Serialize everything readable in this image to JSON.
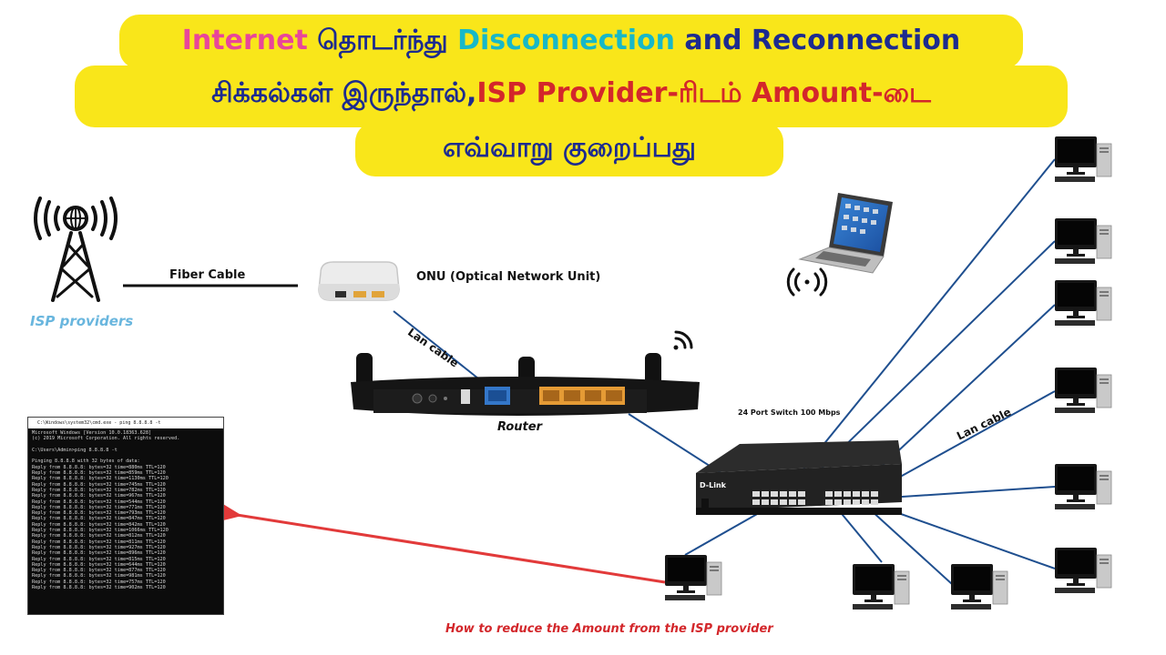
{
  "title": {
    "line1_a": "Internet",
    "line1_b": " தொடர்ந்து ",
    "line1_c": "Disconnection",
    "line1_d": " and Reconnection",
    "line2_a": "சிக்கல்கள் இருந்தால்,",
    "line2_b": "ISP Provider",
    "line2_c": "-ரிடம் ",
    "line2_d": "Amount",
    "line2_e": "-டை",
    "line3": "எவ்வாறு குறைப்பது"
  },
  "labels": {
    "isp": "ISP providers",
    "fiber": "Fiber Cable",
    "onu": "ONU (Optical Network Unit)",
    "lan1": "Lan cable",
    "router": "Router",
    "switch": "24 Port Switch  100 Mbps",
    "lan2": "Lan cable",
    "footer": "How to reduce the Amount from the ISP provider",
    "brand": "D-Link"
  },
  "cmd": {
    "title": "C:\\Windows\\system32\\cmd.exe - ping  8.8.8.8 -t",
    "lines": [
      "Microsoft Windows [Version 10.0.18363.628]",
      "(c) 2019 Microsoft Corporation. All rights reserved.",
      "",
      "C:\\Users\\Admin>ping 8.8.8.8 -t",
      "",
      "Pinging 8.8.8.8 with 32 bytes of data:",
      "Reply from 8.8.8.8: bytes=32 time=880ms TTL=120",
      "Reply from 8.8.8.8: bytes=32 time=859ms TTL=120",
      "Reply from 8.8.8.8: bytes=32 time=1130ms TTL=120",
      "Reply from 8.8.8.8: bytes=32 time=745ms TTL=120",
      "Reply from 8.8.8.8: bytes=32 time=782ms TTL=120",
      "Reply from 8.8.8.8: bytes=32 time=967ms TTL=120",
      "Reply from 8.8.8.8: bytes=32 time=544ms TTL=120",
      "Reply from 8.8.8.8: bytes=32 time=771ms TTL=120",
      "Reply from 8.8.8.8: bytes=32 time=793ms TTL=120",
      "Reply from 8.8.8.8: bytes=32 time=847ms TTL=120",
      "Reply from 8.8.8.8: bytes=32 time=842ms TTL=120",
      "Reply from 8.8.8.8: bytes=32 time=1066ms TTL=120",
      "Reply from 8.8.8.8: bytes=32 time=812ms TTL=120",
      "Reply from 8.8.8.8: bytes=32 time=811ms TTL=120",
      "Reply from 8.8.8.8: bytes=32 time=927ms TTL=120",
      "Reply from 8.8.8.8: bytes=32 time=896ms TTL=120",
      "Reply from 8.8.8.8: bytes=32 time=815ms TTL=120",
      "Reply from 8.8.8.8: bytes=32 time=644ms TTL=120",
      "Reply from 8.8.8.8: bytes=32 time=877ms TTL=120",
      "Reply from 8.8.8.8: bytes=32 time=981ms TTL=120",
      "Reply from 8.8.8.8: bytes=32 time=757ms TTL=120",
      "Reply from 8.8.8.8: bytes=32 time=902ms TTL=120"
    ]
  },
  "router_ports": [
    "Power",
    "Power On/Off",
    "Reset",
    "USB",
    "Internet",
    "Ethernet",
    "WPS/Wi-Fi"
  ],
  "colors": {
    "banner": "#f9e61a",
    "pink": "#e8469a",
    "cyan": "#17b8c8",
    "darkblue": "#1d2b8f",
    "red": "#d3272b",
    "lightblue": "#69b6de",
    "cable": "#1f4f8f",
    "arrow": "#e23a3a"
  },
  "icons": [
    "cell-tower-icon",
    "onu-device-icon",
    "router-icon",
    "wifi-icon",
    "laptop-icon",
    "network-switch-icon",
    "desktop-computer-icon",
    "command-prompt-window"
  ]
}
